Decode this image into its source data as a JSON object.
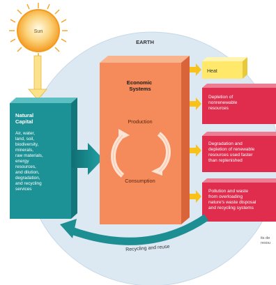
{
  "earth_label": "EARTH",
  "sun_label": "Sun",
  "natural_capital": {
    "title_line1": "Natural",
    "title_line2": "Capital",
    "items": [
      "Air, water,",
      "land, soil,",
      "biodiversity,",
      "minerals,",
      "raw materials,",
      "energy",
      "resources,",
      "and dilution,",
      "degradation,",
      "and recycling",
      "services"
    ]
  },
  "economic_systems": {
    "title_line1": "Economic",
    "title_line2": "Systems",
    "production": "Production",
    "consumption": "Consumption"
  },
  "outputs": {
    "heat": "Heat",
    "depletion": [
      "Depletion of",
      "nonrenewable",
      "resources"
    ],
    "degradation": [
      "Degradation and",
      "depletion of renewable",
      "resources used faster",
      "than replenished"
    ],
    "pollution": [
      "Pollution and waste",
      "from overloading",
      "nature's waste disposal",
      "and recycling systems"
    ]
  },
  "recycling_label": "Recycling and reuse",
  "cut_text": [
    "its de",
    "resou"
  ],
  "colors": {
    "earth": "#dbe8f2",
    "sun": "#f7a428",
    "teal": "#1d8f93",
    "orange": "#f58a5a",
    "red": "#e02d4e",
    "yellow": "#ffe86a",
    "arrow_yellow": "#f5b400"
  }
}
